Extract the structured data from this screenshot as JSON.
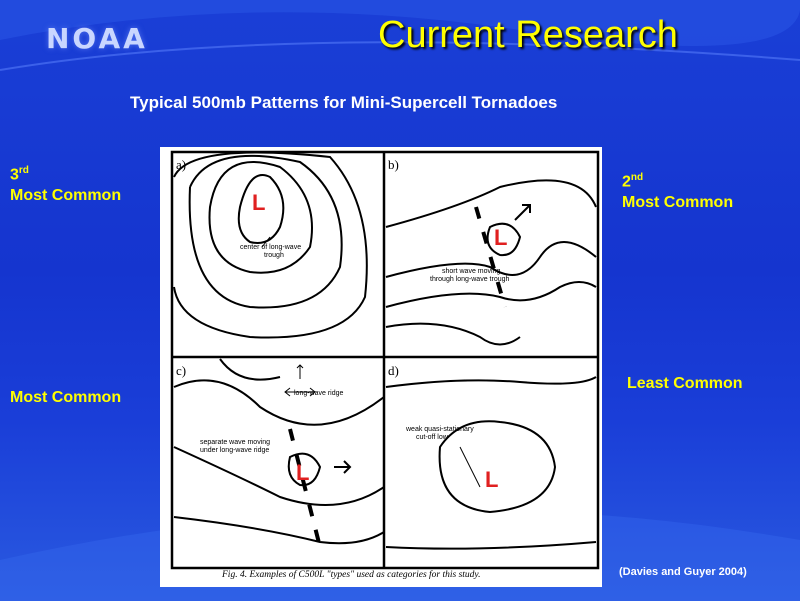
{
  "header": {
    "logo": "NOAA",
    "title": "Current Research"
  },
  "subtitle": "Typical 500mb Patterns for Mini-Supercell Tornadoes",
  "labels": {
    "third_num": "3",
    "third_sup": "rd",
    "third_text": "Most Common",
    "second_num": "2",
    "second_sup": "nd",
    "second_text": "Most Common",
    "most": "Most Common",
    "least": "Least Common"
  },
  "panels": {
    "a": {
      "letter": "a)",
      "low": "L",
      "note1": "center of long-wave",
      "note2": "trough"
    },
    "b": {
      "letter": "b)",
      "low": "L",
      "note1": "short wave moving",
      "note2": "through long-wave trough"
    },
    "c": {
      "letter": "c)",
      "low": "L",
      "ridge": "long-wave ridge",
      "note1": "separate wave moving",
      "note2": "under long-wave ridge"
    },
    "d": {
      "letter": "d)",
      "low": "L",
      "note1": "weak quasi-stationary",
      "note2": "cut-off low"
    }
  },
  "caption": "Fig. 4.  Examples of C500L \"types\" used as categories for this study.",
  "citation": "(Davies and Guyer  2004)",
  "colors": {
    "title": "#ffff00",
    "label": "#ffff00",
    "low": "#e02020",
    "background": "#1a3fd6"
  }
}
